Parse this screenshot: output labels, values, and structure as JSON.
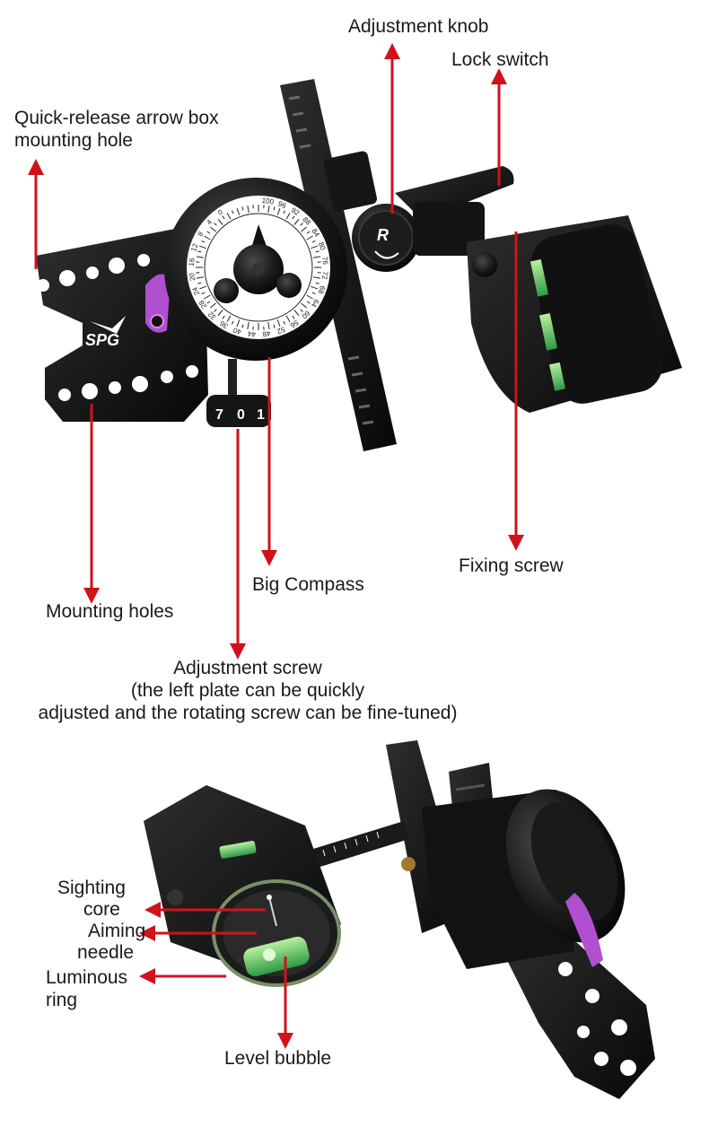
{
  "colors": {
    "arrow": "#d0121b",
    "metal": "#111111",
    "accent_purple": "#b04fd0",
    "bubble_green": "#3fbf5a",
    "background": "#ffffff"
  },
  "labels": {
    "adjustment_knob": "Adjustment knob",
    "lock_switch": "Lock switch",
    "quick_release_line1": "Quick-release arrow box",
    "quick_release_line2": "mounting hole",
    "fixing_screw": "Fixing screw",
    "big_compass": "Big Compass",
    "mounting_holes": "Mounting holes",
    "adjustment_screw_line1": "Adjustment screw",
    "adjustment_screw_line2": "(the left plate can be quickly",
    "adjustment_screw_line3": "adjusted and the rotating screw can be fine-tuned)",
    "sighting_core_line1": "Sighting",
    "sighting_core_line2": "core",
    "aiming_needle_line1": "Aiming",
    "aiming_needle_line2": "needle",
    "luminous_ring_line1": "Luminous",
    "luminous_ring_line2": "ring",
    "level_bubble": "Level bubble"
  },
  "product": {
    "brand_mark": "SPG",
    "knob_letter": "R",
    "adjuster_digits": [
      "7",
      "0",
      "1"
    ],
    "dial_numbers": [
      "100",
      "96",
      "92",
      "88",
      "84",
      "80",
      "76",
      "72",
      "68",
      "64",
      "60",
      "56",
      "52",
      "48",
      "44",
      "40",
      "36",
      "32",
      "28",
      "24",
      "20",
      "16",
      "12",
      "8",
      "4",
      "0"
    ]
  },
  "icons": [
    "adjustment-knob-icon",
    "compass-dial-icon",
    "scope-housing-icon",
    "level-bubble-icon",
    "mount-plate-icon",
    "arrow-pointer-icon"
  ]
}
